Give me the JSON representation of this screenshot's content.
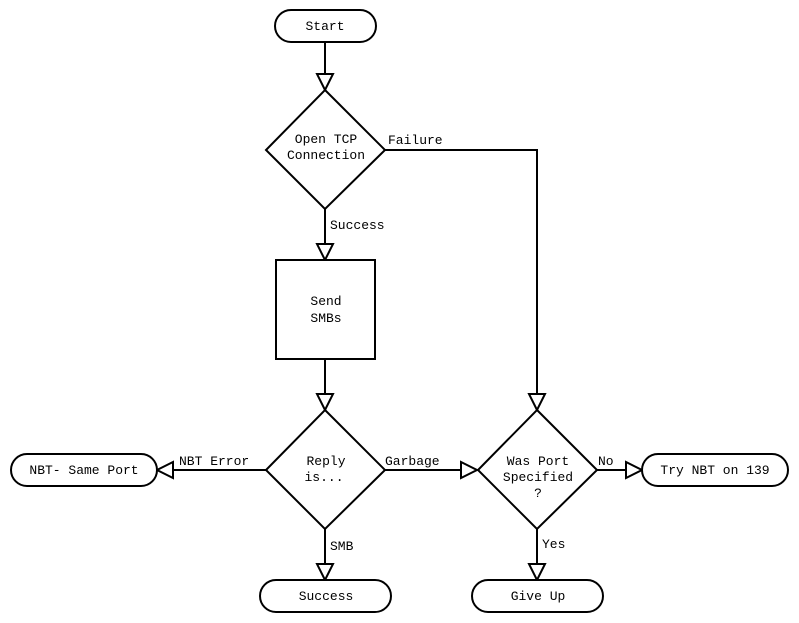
{
  "diagram": {
    "type": "flowchart",
    "nodes": [
      {
        "id": "start",
        "kind": "terminator",
        "lines": [
          "Start"
        ]
      },
      {
        "id": "open_tcp",
        "kind": "decision",
        "lines": [
          "Open TCP",
          "Connection"
        ]
      },
      {
        "id": "send_smbs",
        "kind": "process",
        "lines": [
          "Send",
          "SMBs"
        ]
      },
      {
        "id": "reply_is",
        "kind": "decision",
        "lines": [
          "Reply",
          "is..."
        ]
      },
      {
        "id": "was_port",
        "kind": "decision",
        "lines": [
          "Was Port",
          "Specified",
          "?"
        ]
      },
      {
        "id": "nbt_same_port",
        "kind": "terminator",
        "lines": [
          "NBT- Same Port"
        ]
      },
      {
        "id": "success",
        "kind": "terminator",
        "lines": [
          "Success"
        ]
      },
      {
        "id": "give_up",
        "kind": "terminator",
        "lines": [
          "Give Up"
        ]
      },
      {
        "id": "try_nbt_139",
        "kind": "terminator",
        "lines": [
          "Try NBT on 139"
        ]
      }
    ],
    "edges": [
      {
        "id": "e_start_open",
        "from": "start",
        "to": "open_tcp",
        "label": ""
      },
      {
        "id": "e_open_send",
        "from": "open_tcp",
        "to": "send_smbs",
        "label": "Success"
      },
      {
        "id": "e_open_wasport",
        "from": "open_tcp",
        "to": "was_port",
        "label": "Failure"
      },
      {
        "id": "e_send_reply",
        "from": "send_smbs",
        "to": "reply_is",
        "label": ""
      },
      {
        "id": "e_reply_nbt",
        "from": "reply_is",
        "to": "nbt_same_port",
        "label": "NBT Error"
      },
      {
        "id": "e_reply_wasport",
        "from": "reply_is",
        "to": "was_port",
        "label": "Garbage"
      },
      {
        "id": "e_reply_success",
        "from": "reply_is",
        "to": "success",
        "label": "SMB"
      },
      {
        "id": "e_wasport_try",
        "from": "was_port",
        "to": "try_nbt_139",
        "label": "No"
      },
      {
        "id": "e_wasport_giveup",
        "from": "was_port",
        "to": "give_up",
        "label": "Yes"
      }
    ]
  }
}
